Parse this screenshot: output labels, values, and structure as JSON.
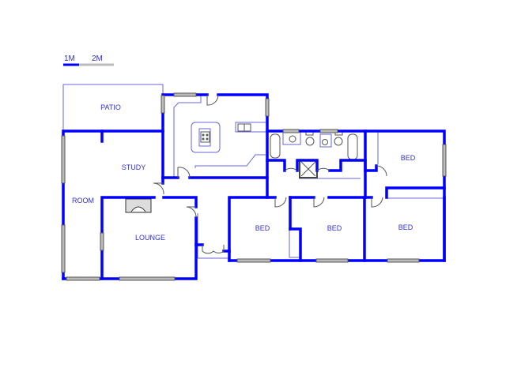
{
  "scale": {
    "label_1": "1M",
    "label_2": "2M"
  },
  "rooms": {
    "patio": "PATIO",
    "study": "STUDY",
    "room": "ROOM",
    "lounge": "LOUNGE",
    "bed_1": "BED",
    "bed_2": "BED",
    "bed_3": "BED",
    "bed_4": "BED"
  },
  "colors": {
    "wall": "#0000ff",
    "thin_line": "#6666dd",
    "window": "#999999",
    "label": "#3333cc"
  }
}
